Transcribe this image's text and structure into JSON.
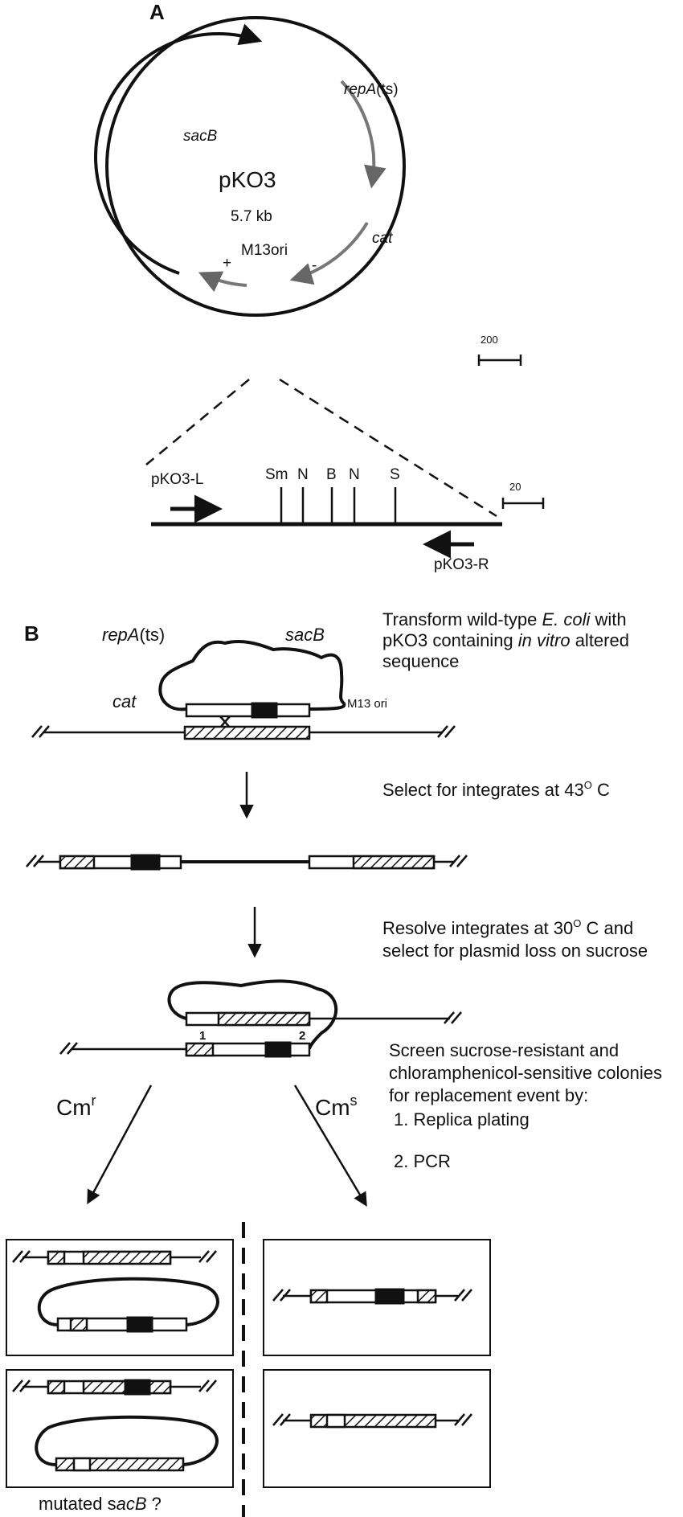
{
  "panel_a": {
    "label": "A",
    "plasmid": {
      "name": "pKO3",
      "size": "5.7 kb",
      "genes": {
        "sacB": "sacB",
        "repA": "repA",
        "repA_suffix": "(ts)",
        "cat": "cat",
        "m13ori": "M13ori"
      },
      "plus": "+",
      "minus": "-",
      "scale_label": "200"
    },
    "insert": {
      "primer_left": "pKO3-L",
      "primer_right": "pKO3-R",
      "sites": [
        "Sm",
        "N",
        "B",
        "N",
        "S"
      ],
      "scale_label": "20"
    }
  },
  "panel_b": {
    "label": "B",
    "plasmid_genes": {
      "repA": "repA",
      "repA_suffix": "(ts)",
      "sacB": "sacB",
      "cat": "cat",
      "m13": "M13 ori"
    },
    "steps": {
      "s1_l1": "Transform  wild-type ",
      "s1_l1_ital": "E. coli",
      "s1_l1_tail": " with",
      "s1_l2": "pKO3 containing ",
      "s1_l2_ital": "in vitro",
      "s1_l2_tail": " altered",
      "s1_l3": "sequence",
      "s2_main": "Select for integrates at 43",
      "s2_sup": "O",
      "s2_tail": " C",
      "s3_l1_main": "Resolve integrates at 30",
      "s3_l1_sup": "O",
      "s3_l1_tail": " C and",
      "s3_l2": "select for plasmid loss on sucrose",
      "s4_l1": "Screen sucrose-resistant and",
      "s4_l2": "chloramphenicol-sensitive colonies",
      "s4_l3": "for replacement event by:",
      "s4_i1": "1.  Replica plating",
      "s4_i2": "2.  PCR"
    },
    "crossover_sites": [
      "1",
      "2"
    ],
    "cm_r_main": "Cm",
    "cm_r_sup": "r",
    "cm_s_main": "Cm",
    "cm_s_sup": "s",
    "mutated_prefix": "mutated s",
    "mutated_ital": "acB",
    "mutated_q": " ?"
  }
}
